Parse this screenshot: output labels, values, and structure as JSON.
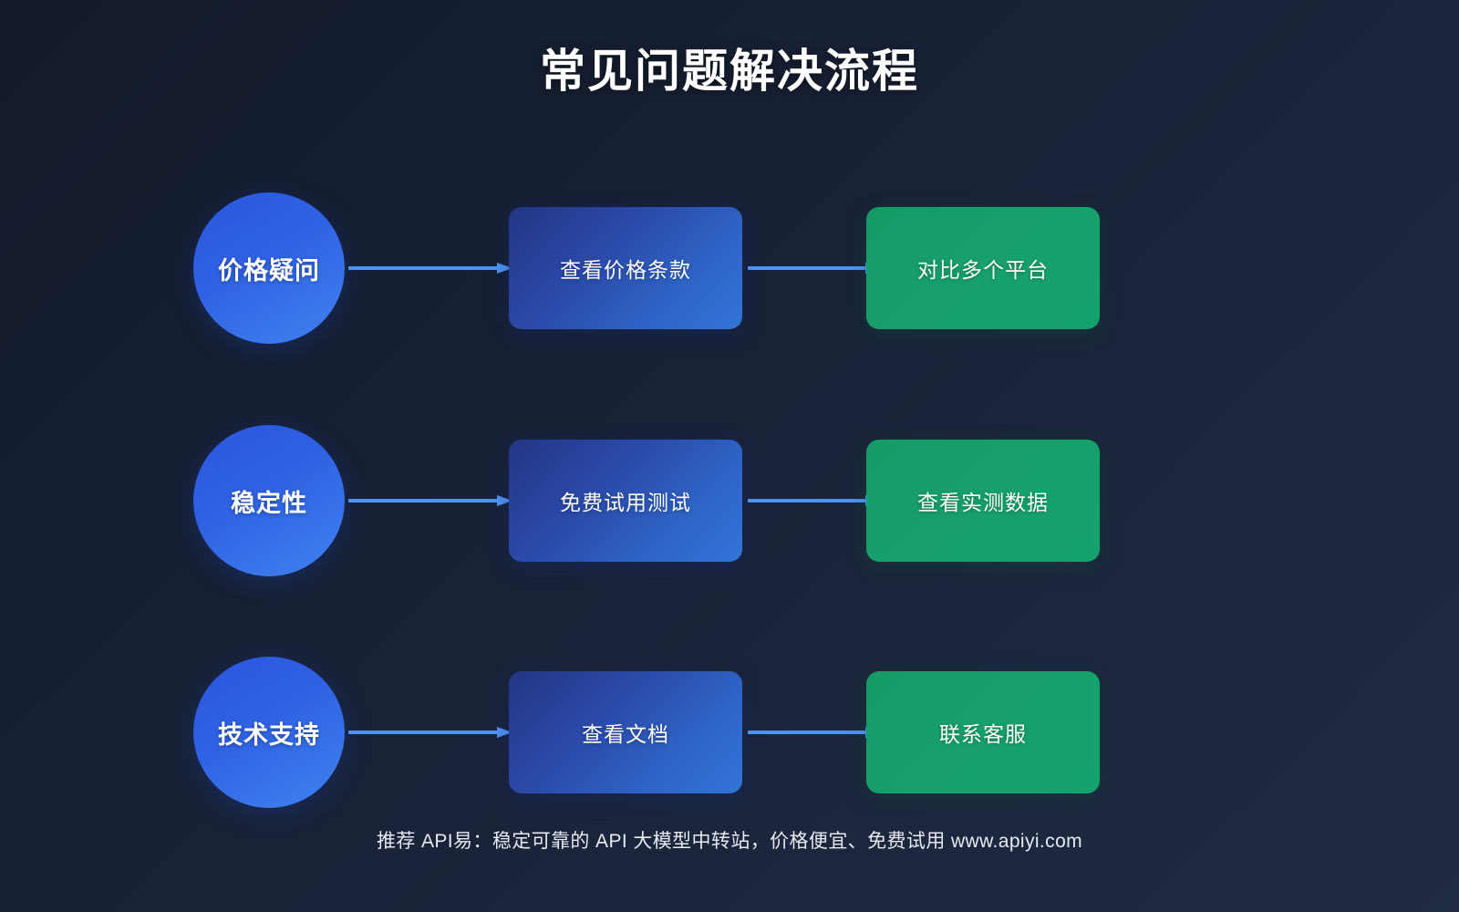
{
  "page": {
    "title": "常见问题解决流程",
    "background_from": "#121a2b",
    "background_to": "#1f2a43"
  },
  "colors": {
    "circle_from": "#2a55dd",
    "circle_to": "#3f83ef",
    "box_blue_from": "#233584",
    "box_blue_to": "#3273d6",
    "box_green": "#17a06c",
    "arrow": "#4e93f2",
    "text": "#ffffff"
  },
  "flow": {
    "rows": [
      {
        "circle_label": "价格疑问",
        "step1_label": "查看价格条款",
        "step2_label": "对比多个平台"
      },
      {
        "circle_label": "稳定性",
        "step1_label": "免费试用测试",
        "step2_label": "查看实测数据"
      },
      {
        "circle_label": "技术支持",
        "step1_label": "查看文档",
        "step2_label": "联系客服"
      }
    ]
  },
  "footer": {
    "text": "推荐 API易：稳定可靠的 API 大模型中转站，价格便宜、免费试用 www.apiyi.com"
  }
}
